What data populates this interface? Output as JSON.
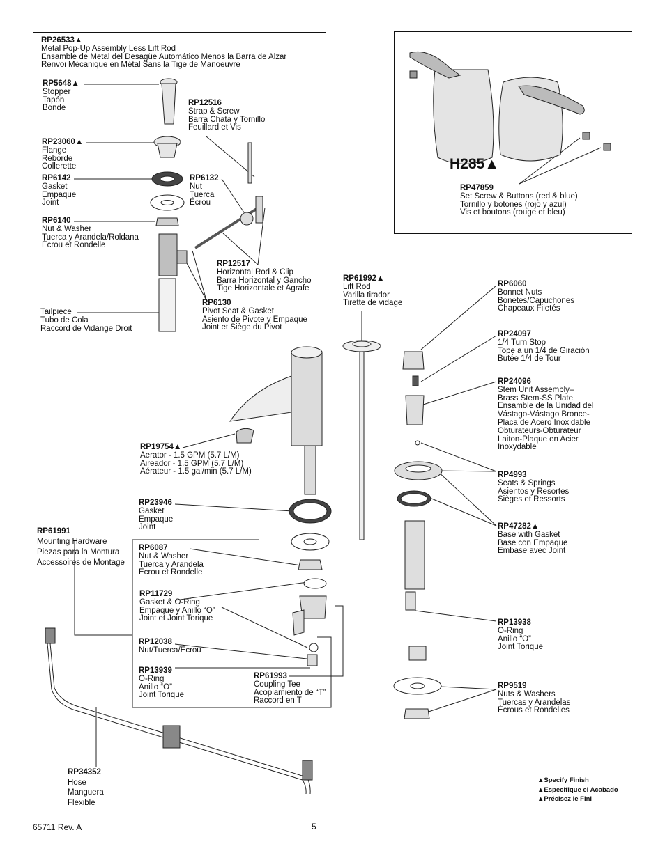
{
  "parts": [
    {
      "id": "p1",
      "code": "RP26533▲",
      "lines": [
        "Metal Pop-Up Assembly Less Lift Rod",
        "Ensamble de Metal del Desagüe Automático Menos la Barra de Alzar",
        "Renvoi Mécanique en Métal Sans la Tige de Manoeuvre"
      ]
    },
    {
      "id": "p2",
      "code": "RP5648▲",
      "lines": [
        "Stopper",
        "Tapón",
        "Bonde"
      ]
    },
    {
      "id": "p3",
      "code": "RP12516",
      "lines": [
        "Strap & Screw",
        "Barra Chata y Tornillo",
        "Feuillard et Vis"
      ]
    },
    {
      "id": "p4",
      "code": "RP23060▲",
      "lines": [
        "Flange",
        "Reborde",
        "Collerette"
      ]
    },
    {
      "id": "p5",
      "code": "RP6142",
      "lines": [
        "Gasket",
        "Empaque",
        "Joint"
      ]
    },
    {
      "id": "p6",
      "code": "RP6132",
      "lines": [
        "Nut",
        "Tuerca",
        "Écrou"
      ]
    },
    {
      "id": "p7",
      "code": "RP6140",
      "lines": [
        "Nut & Washer",
        "Tuerca y Arandela/Roldana",
        "Écrou et Rondelle"
      ]
    },
    {
      "id": "p8",
      "code": "RP12517",
      "lines": [
        "Horizontal Rod & Clip",
        "Barra Horizontal y Gancho",
        "Tige Horizontale et Agrafe"
      ]
    },
    {
      "id": "p9",
      "code": "RP6130",
      "lines": [
        "Pivot Seat & Gasket",
        "Asiento de Pivote y Empaque",
        "Joint et Siège du Pivot"
      ]
    },
    {
      "id": "p10",
      "code": "",
      "lines": [
        "Tailpiece",
        "Tubo de Cola",
        "Raccord de Vidange Droit"
      ]
    },
    {
      "id": "p11",
      "code": "RP47859",
      "lines": [
        "Set Screw & Buttons (red & blue)",
        "Tornillo y botones (rojo y azul)",
        "Vis et boutons (rouge et bleu)"
      ]
    },
    {
      "id": "p12",
      "code": "RP61992▲",
      "lines": [
        "Lift Rod",
        "Varilla tirador",
        "Tirette de vidage"
      ]
    },
    {
      "id": "p13",
      "code": "RP6060",
      "lines": [
        "Bonnet Nuts",
        "Bonetes/Capuchones",
        "Chapeaux Filetés"
      ]
    },
    {
      "id": "p14",
      "code": "RP24097",
      "lines": [
        "1/4 Turn Stop",
        "Tope a un 1/4 de Giración",
        "Butée 1/4 de Tour"
      ]
    },
    {
      "id": "p15",
      "code": "RP24096",
      "lines": [
        "Stem Unit Assembly–",
        "Brass Stem-SS Plate",
        "Ensamble de la Unidad del",
        "Vástago-Vástago Bronce-",
        "Placa de Acero Inoxidable",
        "Obturateurs-Obturateur",
        "Laiton-Plaque en Acier",
        "Inoxydable"
      ]
    },
    {
      "id": "p16",
      "code": "RP19754▲",
      "lines": [
        "Aerator - 1.5 GPM (5.7 L/M)",
        "Aireador - 1.5 GPM (5.7 L/M)",
        "Aérateur - 1.5 gal/min (5.7 L/M)"
      ]
    },
    {
      "id": "p17",
      "code": "RP4993",
      "lines": [
        "Seats & Springs",
        "Asientos y Resortes",
        "Sièges et Ressorts"
      ]
    },
    {
      "id": "p18",
      "code": "RP23946",
      "lines": [
        "Gasket",
        "Empaque",
        "Joint"
      ]
    },
    {
      "id": "p19",
      "code": "RP61991",
      "lines": [
        "Mounting Hardware",
        "Piezas para la Montura",
        "Accessoires de Montage"
      ]
    },
    {
      "id": "p20",
      "code": "RP47282▲",
      "lines": [
        "Base with Gasket",
        "Base con Empaque",
        "Embase avec Joint"
      ]
    },
    {
      "id": "p21",
      "code": "RP6087",
      "lines": [
        "Nut & Washer",
        "Tuerca y Arandela",
        "Écrou et Rondelle"
      ]
    },
    {
      "id": "p22",
      "code": "RP11729",
      "lines": [
        "Gasket & O-Ring",
        "Empaque y Anillo “O”",
        "Joint et Joint Torique"
      ]
    },
    {
      "id": "p23",
      "code": "RP13938",
      "lines": [
        "O-Ring",
        "Anillo “O”",
        "Joint Torique"
      ]
    },
    {
      "id": "p24",
      "code": "RP12038",
      "lines": [
        "Nut/Tuerca/Écrou"
      ]
    },
    {
      "id": "p25",
      "code": "RP13939",
      "lines": [
        "O-Ring",
        "Anillo “O”",
        "Joint Torique"
      ]
    },
    {
      "id": "p26",
      "code": "RP61993",
      "lines": [
        "Coupling Tee",
        "Acoplamiento de “T”",
        "Raccord en T"
      ]
    },
    {
      "id": "p27",
      "code": "RP9519",
      "lines": [
        "Nuts & Washers",
        "Tuercas y Arandelas",
        "Écrous et Rondelles"
      ]
    },
    {
      "id": "p28",
      "code": "RP34352",
      "lines": [
        "Hose",
        "Manguera",
        "Flexible"
      ]
    }
  ],
  "handle_label": "H285▲",
  "notes": [
    "▲Specify Finish",
    "▲Especifique el Acabado",
    "▲Précisez le Fini"
  ],
  "footer": {
    "doc": "65711  Rev. A",
    "page": "5"
  }
}
